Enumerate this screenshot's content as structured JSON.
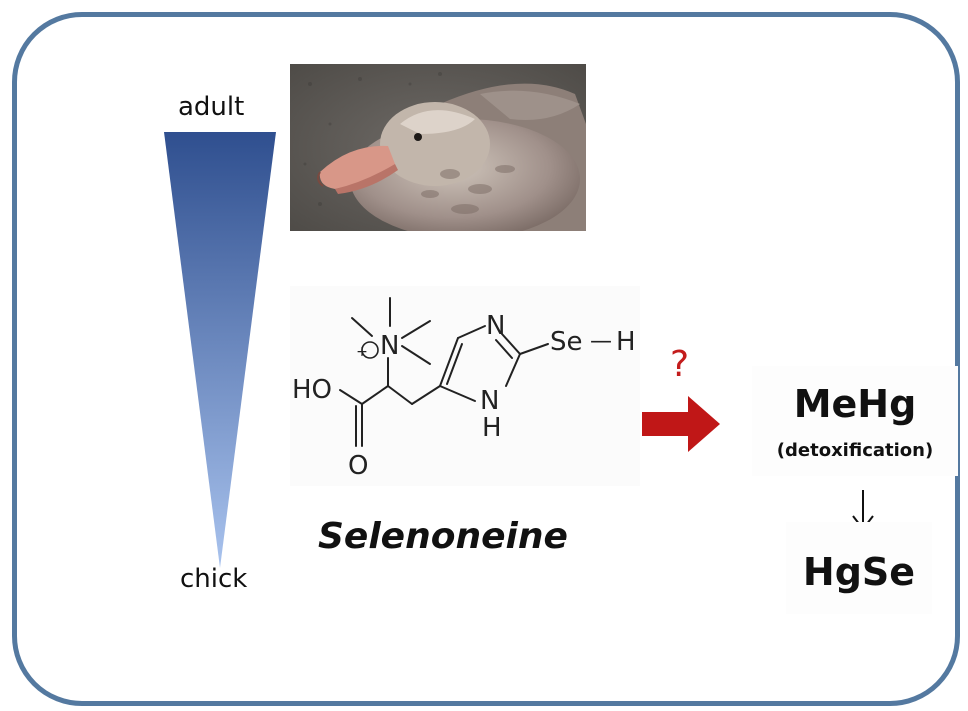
{
  "gradient": {
    "top_label": "adult",
    "bottom_label": "chick",
    "color_top": "#2f4f8f",
    "color_bottom": "#a9c3ee"
  },
  "photo": {
    "icon": "giant-petrel-photo"
  },
  "structure": {
    "atoms": {
      "nitrogen_ammonium": "N",
      "charge": "+",
      "ring_n_top": "N",
      "ring_nh_n": "N",
      "ring_nh_h": "H",
      "selenium": "Se",
      "se_bond": "—",
      "se_h": "H",
      "hydroxyl": "HO",
      "carbonyl_o": "O"
    }
  },
  "compound_name": "Selenoneine",
  "pathway": {
    "question_mark": "?",
    "arrow_color": "#c01717",
    "product1": "MeHg",
    "product1_note": "(detoxification)",
    "down_arrow": "↓",
    "product2": "HgSe"
  },
  "frame_color": "#5479a0"
}
